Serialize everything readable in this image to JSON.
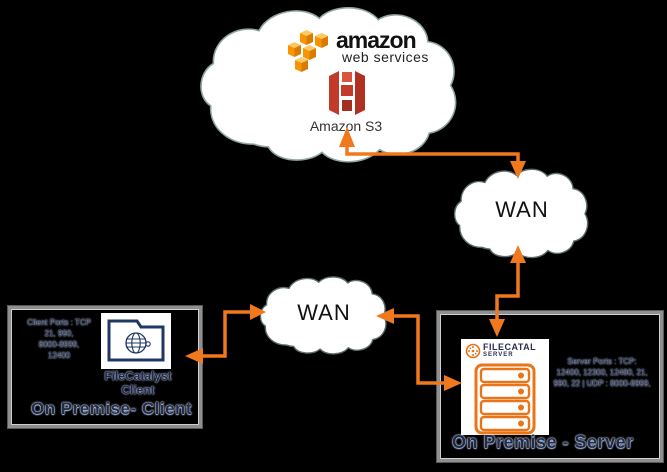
{
  "aws_cloud": {
    "brand": "amazon",
    "brand_sub": "web services",
    "s3_label": "Amazon S3"
  },
  "wan_right": {
    "label": "WAN"
  },
  "wan_left": {
    "label": "WAN"
  },
  "client_box": {
    "ports_lines": [
      "Client Ports : TCP",
      "21, 990,",
      "8000-8999,",
      "12400"
    ],
    "app_name_line1": "FileCatalyst",
    "app_name_line2": "Client",
    "title": "On Premise- Client"
  },
  "server_box": {
    "logo_text": "FILECATAL",
    "logo_sub": "SERVER",
    "ports_lines": [
      "Server Ports : TCP:",
      "12400, 12300, 12480, 21,",
      "990, 22 | UDP : 8000-8999,"
    ],
    "title": "On Premise - Server"
  },
  "colors": {
    "arrow_orange": "#F0791D",
    "aws_cube_orange": "#F79400",
    "s3_red": "#C23B2A",
    "navy_text": "#1F3864",
    "cloud_outline_big": "#8FA69E",
    "cloud_outline_wan": "#5A6B6B",
    "box_border_gray": "#8F8F8F"
  }
}
